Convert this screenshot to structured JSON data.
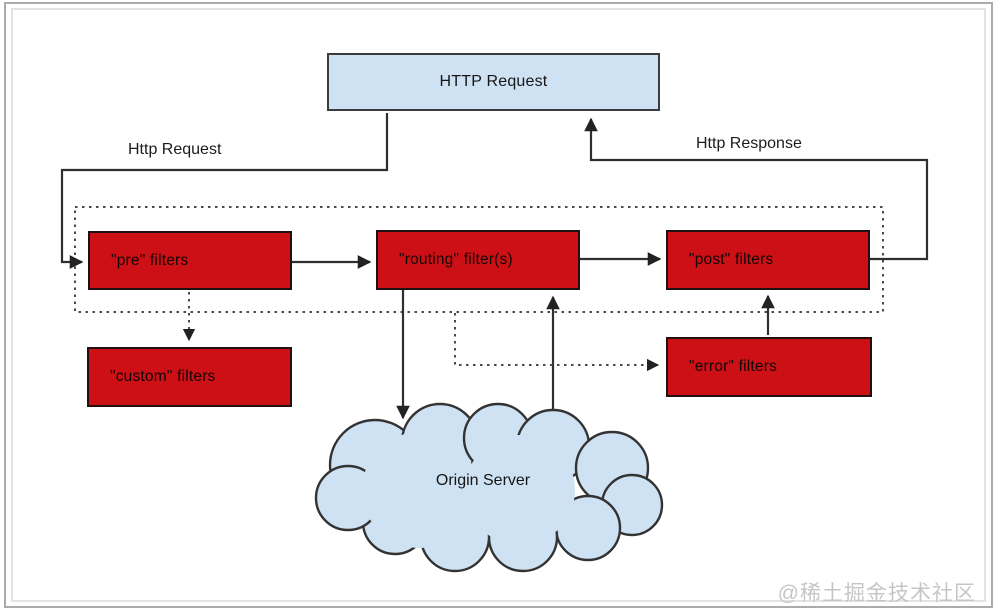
{
  "diagram": {
    "entry_box": {
      "label": "HTTP Request"
    },
    "edge_labels": {
      "request": "Http Request",
      "response": "Http Response"
    },
    "filter_nodes": {
      "pre": "\"pre\" filters",
      "routing": "\"routing\" filter(s)",
      "post": "\"post\" filters",
      "custom": "\"custom\" filters",
      "error": "\"error\" filters"
    },
    "cloud": {
      "label": "Origin Server"
    },
    "colors": {
      "node_blue": "#cfe2f3",
      "node_red": "#cc1016",
      "line": "#2f2f2f",
      "dotted_line": "#4a4a4a"
    }
  },
  "watermark": "@稀土掘金技术社区"
}
